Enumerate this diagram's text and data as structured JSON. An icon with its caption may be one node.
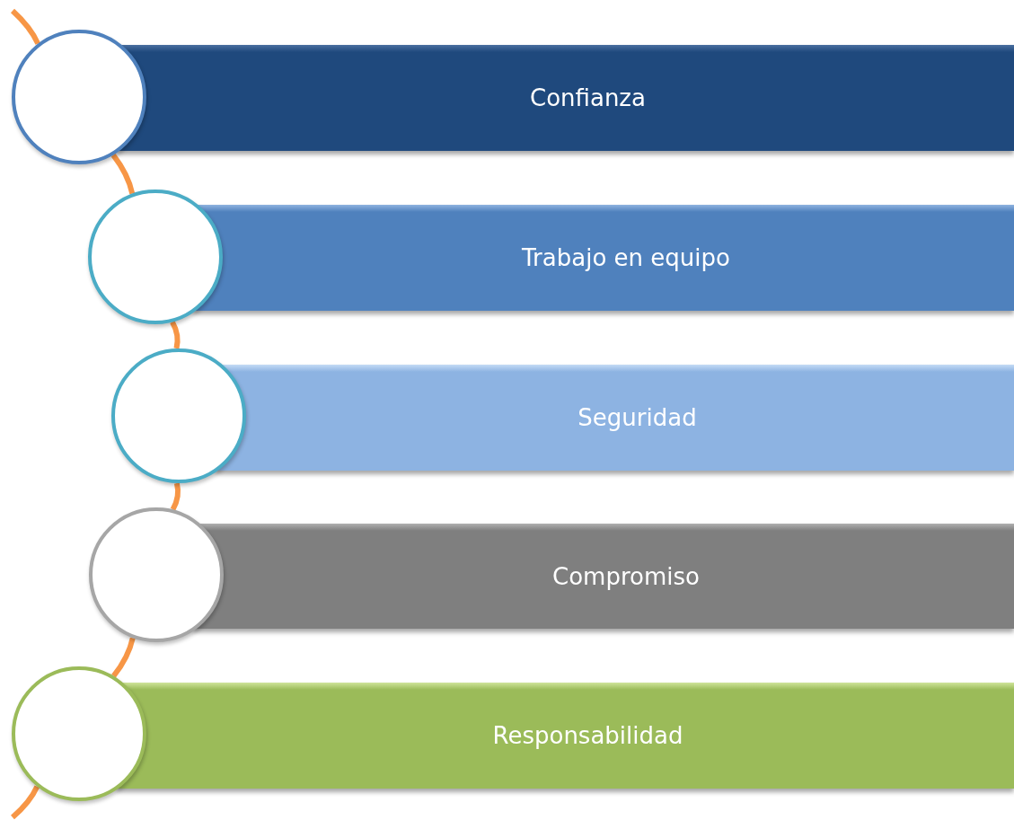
{
  "diagram": {
    "nodes": [
      {
        "text": [],
        "shape": "circle"
      },
      {
        "text": [
          "Confianza"
        ]
      },
      {
        "text": [],
        "shape": "circle"
      },
      {
        "text": [
          "Trabajo en equipo"
        ]
      },
      {
        "text": [],
        "shape": "circle"
      },
      {
        "text": [
          "Seguridad"
        ]
      },
      {
        "text": [],
        "shape": "circle"
      },
      {
        "text": [
          "Compromiso"
        ]
      },
      {
        "text": [],
        "shape": "circle"
      },
      {
        "text": [
          "Responsabilidad"
        ]
      }
    ],
    "edges": [
      {
        "from": null,
        "to": 0,
        "arrow": "none"
      },
      {
        "from": 0,
        "to": 2,
        "arrow": "none"
      },
      {
        "from": 2,
        "to": 4,
        "arrow": "none"
      },
      {
        "from": 4,
        "to": 6,
        "arrow": "none"
      },
      {
        "from": 6,
        "to": 8,
        "arrow": "none"
      },
      {
        "from": 8,
        "to": null,
        "arrow": "none"
      }
    ]
  }
}
